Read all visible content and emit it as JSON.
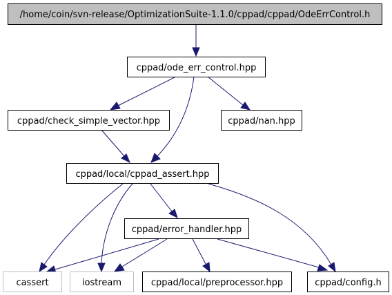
{
  "graph": {
    "root": "/home/coin/svn-release/OptimizationSuite-1.1.0/cppad/cppad/OdeErrControl.h",
    "nodes": {
      "ode_err_control": "cppad/ode_err_control.hpp",
      "check_simple_vector": "cppad/check_simple_vector.hpp",
      "nan": "cppad/nan.hpp",
      "cppad_assert": "cppad/local/cppad_assert.hpp",
      "error_handler": "cppad/error_handler.hpp",
      "cassert": "cassert",
      "iostream": "iostream",
      "preprocessor": "cppad/local/preprocessor.hpp",
      "config": "cppad/config.h"
    },
    "colors": {
      "edge": "#191970",
      "root_fill": "#bfbfbf",
      "missing_border": "#bfbfbf"
    }
  }
}
